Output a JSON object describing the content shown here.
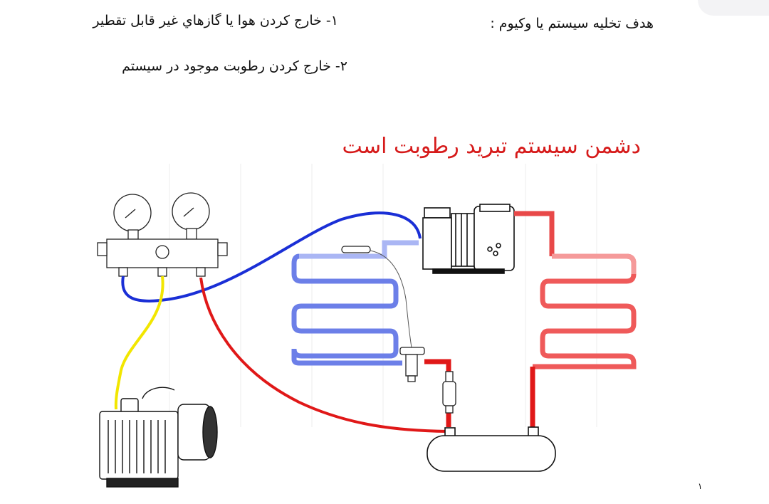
{
  "heading": "هدف تخليه سيستم يا وكيوم :",
  "points": [
    "۱- خارج كردن هوا يا گازهاي غير قابل تقطير",
    "۲- خارج كردن رطوبت موجود در سيستم"
  ],
  "warning": "دشمن سيستم تبريد رطوبت است",
  "page_number": "۱",
  "colors": {
    "suction_line": "#1a2fd6",
    "discharge_line": "#e01818",
    "vacuum_hose": "#f2e600",
    "evaporator_light": "#9aa8f0",
    "condenser_light": "#f08888",
    "warning_text": "#d61a1a"
  }
}
